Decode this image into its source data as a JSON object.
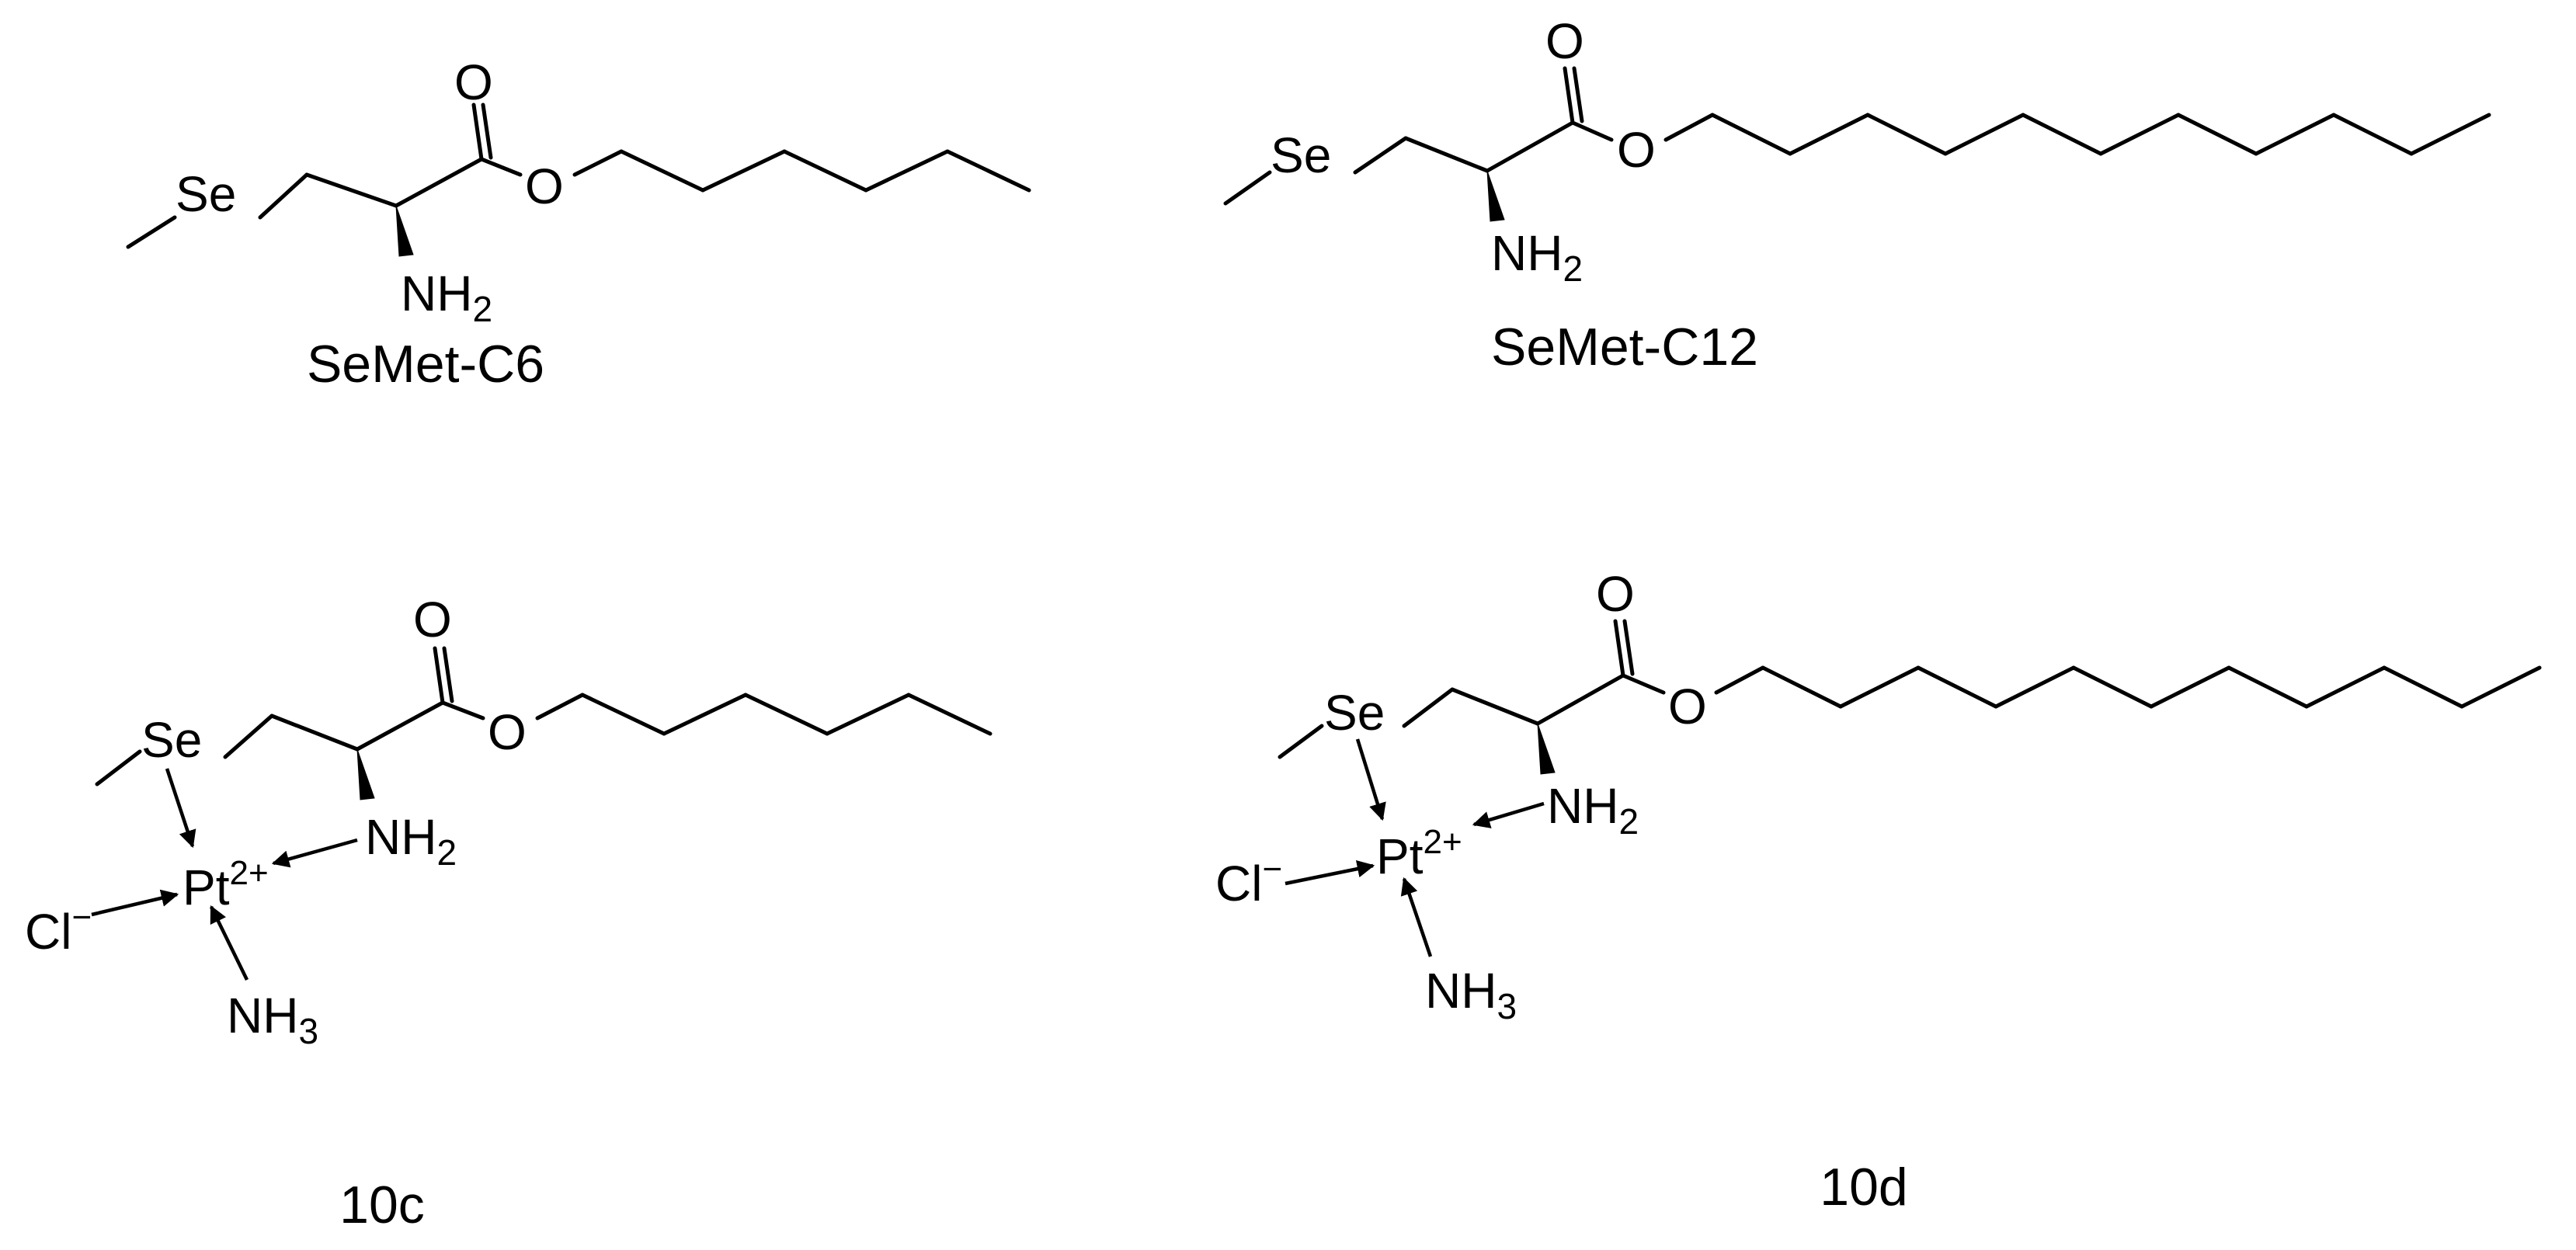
{
  "compounds": [
    {
      "id": "semet-c6",
      "name": "SeMet-C6",
      "atoms": {
        "se": "Se",
        "o_carbonyl": "O",
        "o_ester": "O",
        "nh2": "NH",
        "nh2_sub": "2"
      }
    },
    {
      "id": "semet-c12",
      "name": "SeMet-C12",
      "atoms": {
        "se": "Se",
        "o_carbonyl": "O",
        "o_ester": "O",
        "nh2": "NH",
        "nh2_sub": "2"
      }
    },
    {
      "id": "10c",
      "name": "10c",
      "atoms": {
        "se": "Se",
        "o_carbonyl": "O",
        "o_ester": "O",
        "nh2": "NH",
        "nh2_sub": "2",
        "pt": "Pt",
        "pt_charge": "2+",
        "cl": "Cl",
        "cl_charge": "−",
        "nh3": "NH",
        "nh3_sub": "3"
      }
    },
    {
      "id": "10d",
      "name": "10d",
      "atoms": {
        "se": "Se",
        "o_carbonyl": "O",
        "o_ester": "O",
        "nh2": "NH",
        "nh2_sub": "2",
        "pt": "Pt",
        "pt_charge": "2+",
        "cl": "Cl",
        "cl_charge": "−",
        "nh3": "NH",
        "nh3_sub": "3"
      }
    }
  ],
  "colors": {
    "ink": "#000000",
    "background": "#ffffff"
  }
}
